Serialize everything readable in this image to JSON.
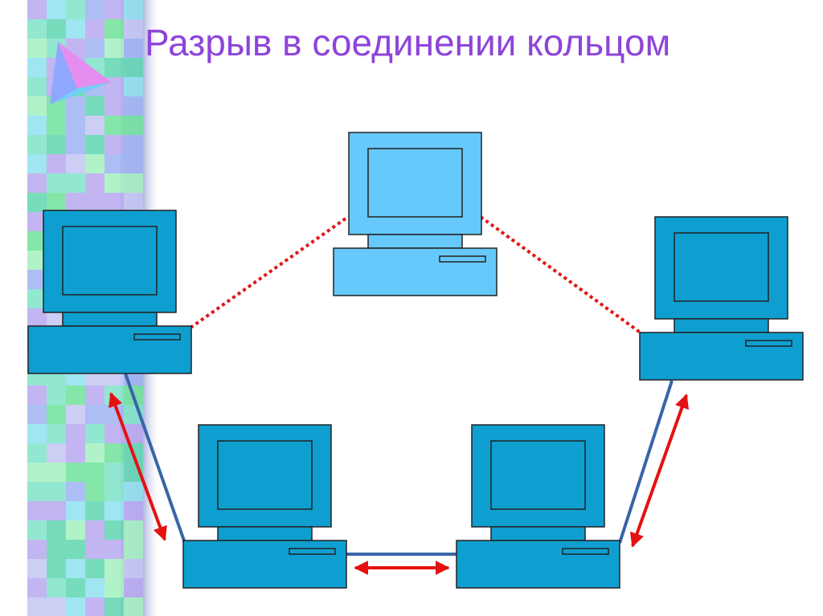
{
  "slide": {
    "title": "Разрыв в соединении кольцом"
  },
  "colors": {
    "title": "#8e44d9",
    "computer_active": "#0e9fd0",
    "computer_disconnected": "#66c8fb",
    "computer_outline": "#222222",
    "cable_ok": "#3a64a8",
    "cable_broken": "#e01616",
    "signal_arrow": "#e51111"
  },
  "diagram": {
    "topology": "ring",
    "computers": [
      {
        "id": "pc-top",
        "state": "disconnected"
      },
      {
        "id": "pc-left",
        "state": "active"
      },
      {
        "id": "pc-right",
        "state": "active"
      },
      {
        "id": "pc-bottom-left",
        "state": "active"
      },
      {
        "id": "pc-bottom-right",
        "state": "active"
      }
    ],
    "links": [
      {
        "from": "pc-left",
        "to": "pc-top",
        "state": "broken"
      },
      {
        "from": "pc-top",
        "to": "pc-right",
        "state": "broken"
      },
      {
        "from": "pc-left",
        "to": "pc-bottom-left",
        "state": "connected",
        "signal": "bidirectional"
      },
      {
        "from": "pc-bottom-left",
        "to": "pc-bottom-right",
        "state": "connected",
        "signal": "bidirectional"
      },
      {
        "from": "pc-bottom-right",
        "to": "pc-right",
        "state": "connected",
        "signal": "bidirectional"
      }
    ]
  }
}
